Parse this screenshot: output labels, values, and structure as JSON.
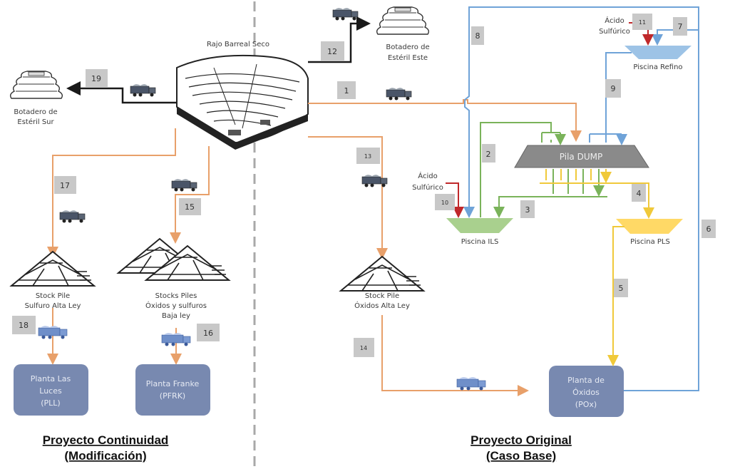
{
  "diagram": {
    "sections": {
      "left": {
        "title_line1": "Proyecto Continuidad",
        "title_line2": "(Modificación)"
      },
      "right": {
        "title_line1": "Proyecto Original",
        "title_line2": "(Caso Base)"
      }
    },
    "nodes": {
      "rajo": "Rajo Barreal Seco",
      "botadero_sur": [
        "Botadero de",
        "Estéril Sur"
      ],
      "botadero_este": [
        "Botadero de",
        "Estéril Este"
      ],
      "stock_sulfuro": [
        "Stock Pile",
        "Sulfuro Alta Ley"
      ],
      "stocks_baja": [
        "Stocks Piles",
        "Óxidos y sulfuros",
        "Baja ley"
      ],
      "stock_oxidos": [
        "Stock Pile",
        "Óxidos Alta Ley"
      ],
      "planta_pll": [
        "Planta Las",
        "Luces",
        "(PLL)"
      ],
      "planta_pfrk": [
        "Planta Franke",
        "(PFRK)"
      ],
      "planta_pox": [
        "Planta de",
        "Óxidos",
        "(POx)"
      ],
      "pila_dump": "Pila DUMP",
      "piscina_ils": "Piscina ILS",
      "piscina_pls": "Piscina PLS",
      "piscina_refino": "Piscina Refino",
      "acido_1": [
        "Ácido",
        "Sulfúrico"
      ],
      "acido_2": [
        "Ácido",
        "Sulfúrico"
      ]
    },
    "flow_numbers": [
      "1",
      "2",
      "3",
      "4",
      "5",
      "6",
      "7",
      "8",
      "9",
      "10",
      "11",
      "12",
      "13",
      "14",
      "15",
      "16",
      "17",
      "18",
      "19"
    ],
    "colors": {
      "ore": "#e8a06a",
      "waste": "#1a1a1a",
      "refino": "#6fa3d8",
      "ils": "#7ab35a",
      "pls": "#f0c93a",
      "acid": "#c0282a",
      "plant_box": "#7889b0",
      "dump": "#8a8a8a",
      "ils_pool": "#a9d08e",
      "pls_pool": "#ffd966",
      "refino_pool": "#9dc3e6",
      "number_box": "#c8c8c8"
    }
  }
}
